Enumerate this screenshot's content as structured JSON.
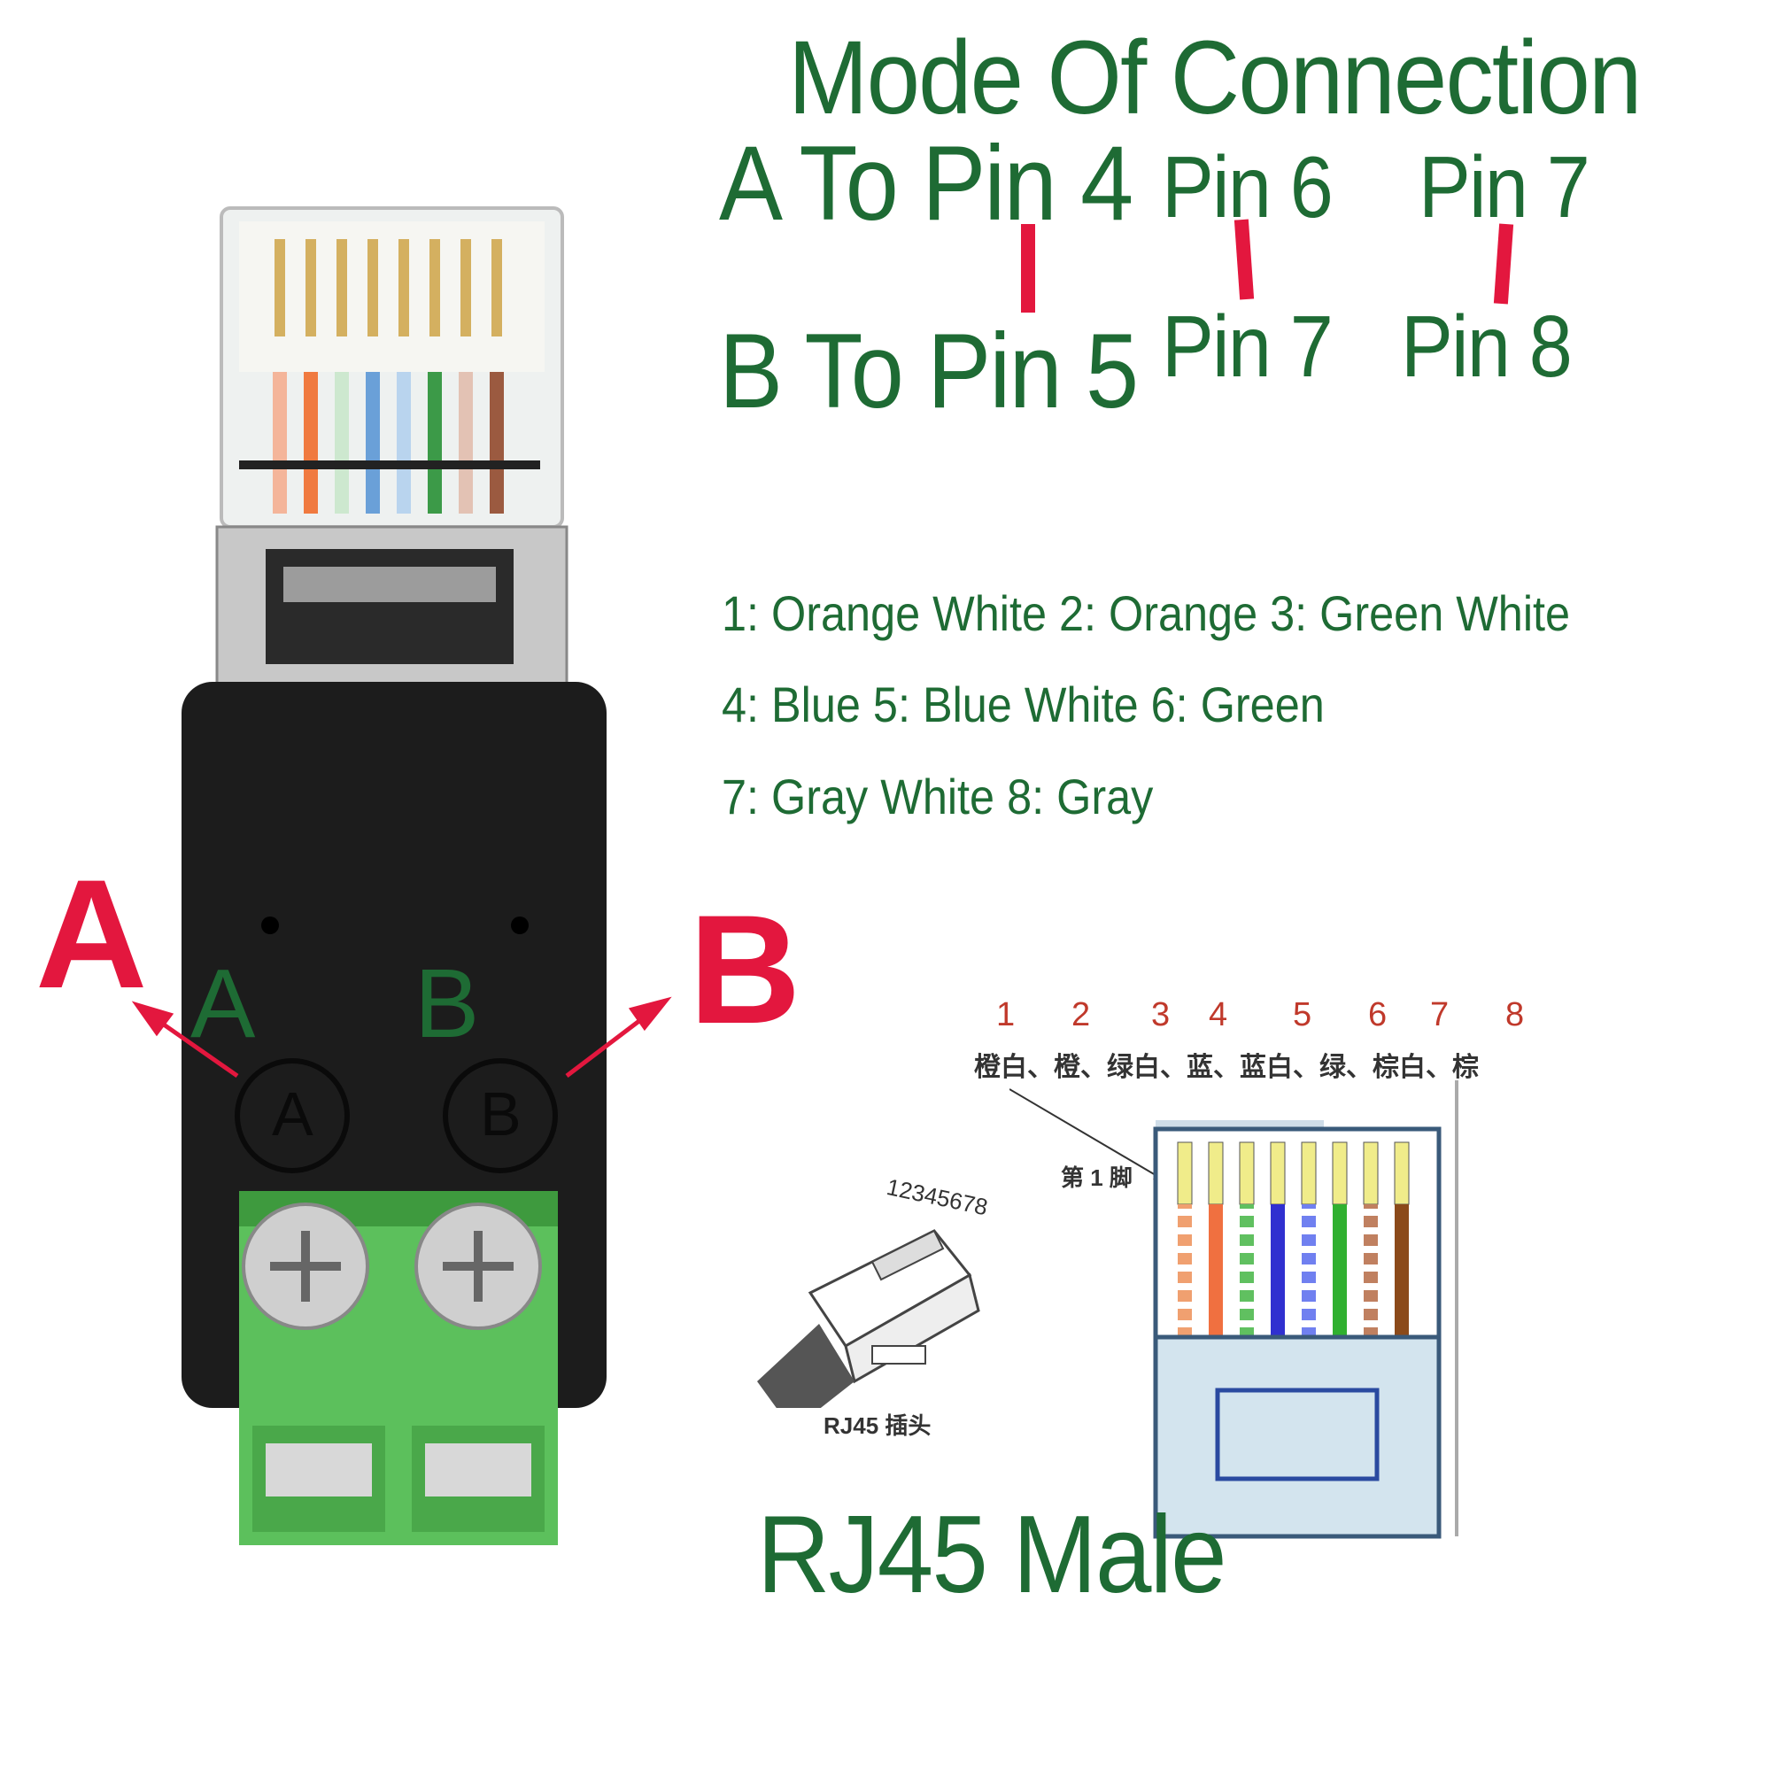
{
  "title": "Mode Of Connection",
  "mapping": {
    "a_label": "A To Pin 4",
    "b_label": "B To Pin 5",
    "col2_top": "Pin 6",
    "col2_bottom": "Pin 7",
    "col3_top": "Pin 7",
    "col3_bottom": "Pin 8"
  },
  "legend": [
    "1: Orange White  2: Orange  3: Green White",
    "4: Blue 5: Blue White 6: Green",
    "7: Gray White 8: Gray"
  ],
  "photo": {
    "big_a": "A",
    "big_b": "B",
    "green_a": "A",
    "green_b": "B",
    "circle_a": "A",
    "circle_b": "B"
  },
  "pinout": {
    "numbers": [
      "1",
      "2",
      "3",
      "4",
      "5",
      "6",
      "7",
      "8"
    ],
    "cn_labels": "橙白、橙、绿白、蓝、蓝白、绿、棕白、棕",
    "pin1_label": "第 1 脚",
    "plug_digits": "12345678",
    "plug_caption": "RJ45 插头",
    "wire_colors": [
      "#f0a070",
      "#f07040",
      "#60c060",
      "#3030d0",
      "#7080f0",
      "#30b030",
      "#c08060",
      "#8b4a1a"
    ],
    "wire_striped": [
      true,
      false,
      true,
      false,
      true,
      false,
      true,
      false
    ]
  },
  "footer": "RJ45 Male",
  "colors": {
    "green_text": "#1e6b34",
    "red": "#e3173e",
    "terminal_green": "#5cc05c",
    "body_black": "#1c1c1c"
  }
}
